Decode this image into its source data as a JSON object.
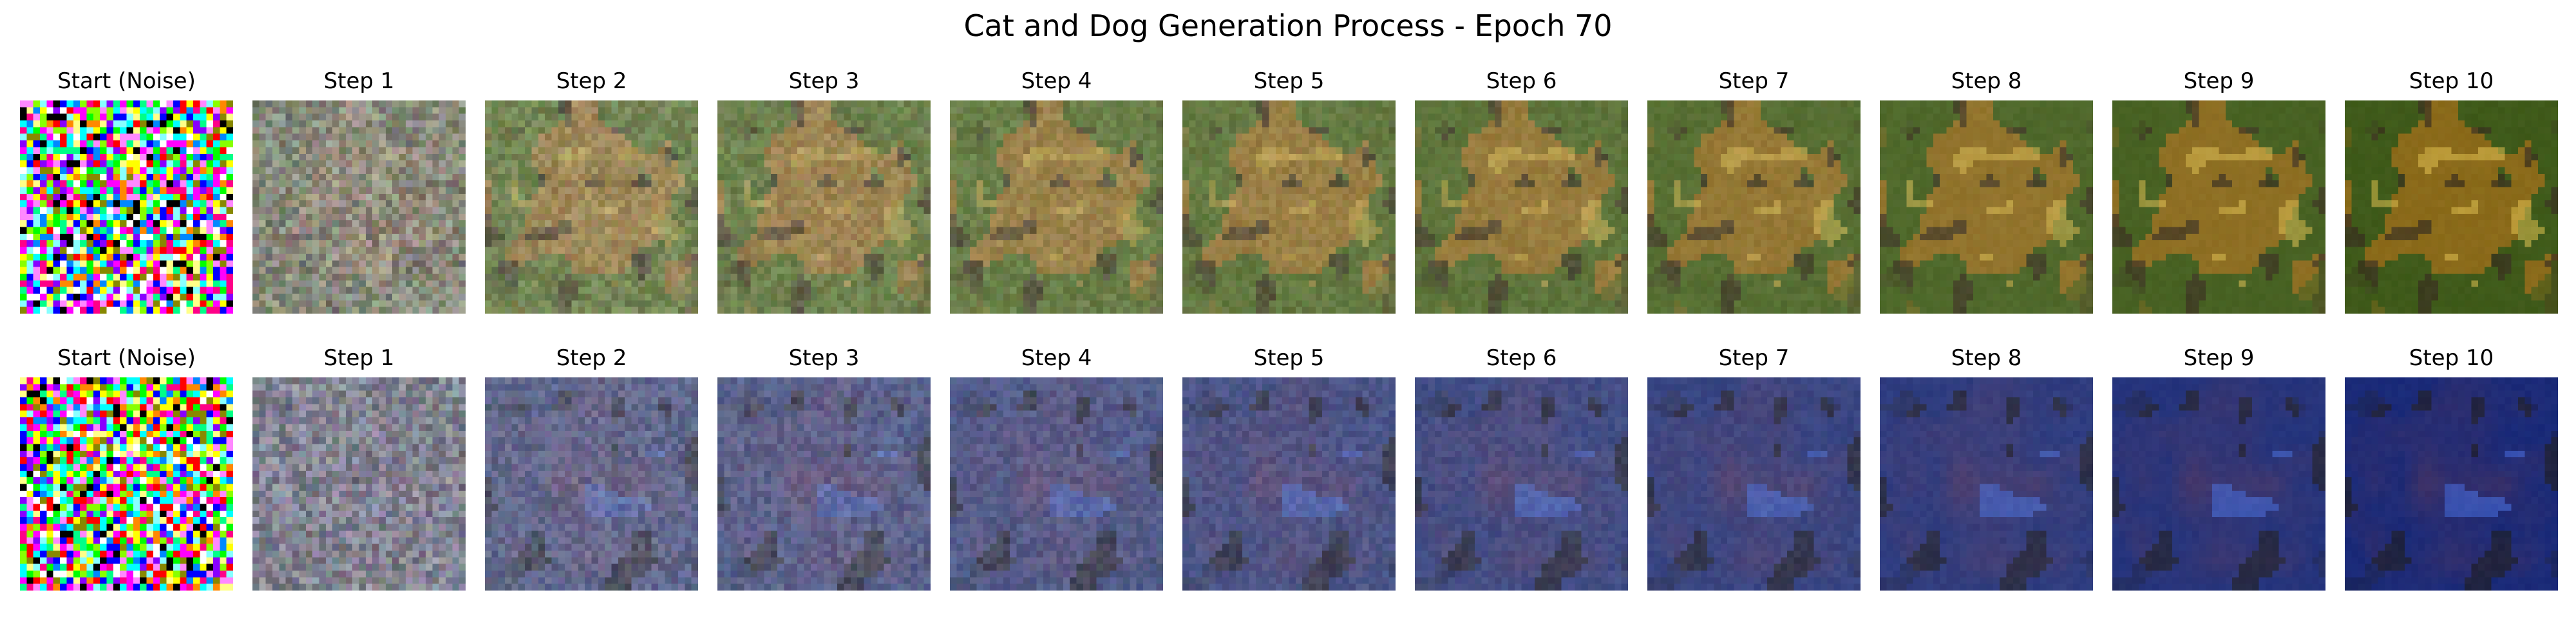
{
  "figure": {
    "title": "Cat and Dog Generation Process - Epoch 70"
  },
  "rows": [
    {
      "panels": [
        {
          "title": "Start (Noise)",
          "kind": "noise",
          "step": 0
        },
        {
          "title": "Step 1",
          "kind": "denoise",
          "step": 1
        },
        {
          "title": "Step 2",
          "kind": "denoise",
          "step": 2
        },
        {
          "title": "Step 3",
          "kind": "denoise",
          "step": 3
        },
        {
          "title": "Step 4",
          "kind": "denoise",
          "step": 4
        },
        {
          "title": "Step 5",
          "kind": "denoise",
          "step": 5
        },
        {
          "title": "Step 6",
          "kind": "denoise",
          "step": 6
        },
        {
          "title": "Step 7",
          "kind": "denoise",
          "step": 7
        },
        {
          "title": "Step 8",
          "kind": "denoise",
          "step": 8
        },
        {
          "title": "Step 9",
          "kind": "denoise",
          "step": 9
        },
        {
          "title": "Step 10",
          "kind": "denoise",
          "step": 10
        }
      ],
      "palette": {
        "start_gray": "#8b8a86",
        "background": "#6b8a3a",
        "background_late": "#3f5a1a",
        "subject": "#b08a40",
        "subject_late": "#8a6a1a",
        "dark_spots": "#3a3020",
        "highlight": "#e0c050"
      }
    },
    {
      "panels": [
        {
          "title": "Start (Noise)",
          "kind": "noise",
          "step": 0
        },
        {
          "title": "Step 1",
          "kind": "denoise",
          "step": 1
        },
        {
          "title": "Step 2",
          "kind": "denoise",
          "step": 2
        },
        {
          "title": "Step 3",
          "kind": "denoise",
          "step": 3
        },
        {
          "title": "Step 4",
          "kind": "denoise",
          "step": 4
        },
        {
          "title": "Step 5",
          "kind": "denoise",
          "step": 5
        },
        {
          "title": "Step 6",
          "kind": "denoise",
          "step": 6
        },
        {
          "title": "Step 7",
          "kind": "denoise",
          "step": 7
        },
        {
          "title": "Step 8",
          "kind": "denoise",
          "step": 8
        },
        {
          "title": "Step 9",
          "kind": "denoise",
          "step": 9
        },
        {
          "title": "Step 10",
          "kind": "denoise",
          "step": 10
        }
      ],
      "palette": {
        "start_gray": "#8a8a92",
        "background": "#4a5890",
        "background_late": "#1a2a78",
        "subject": "#6a5080",
        "subject_late": "#3a3068",
        "dark_spots": "#20202a",
        "highlight": "#4a70e0"
      }
    }
  ]
}
